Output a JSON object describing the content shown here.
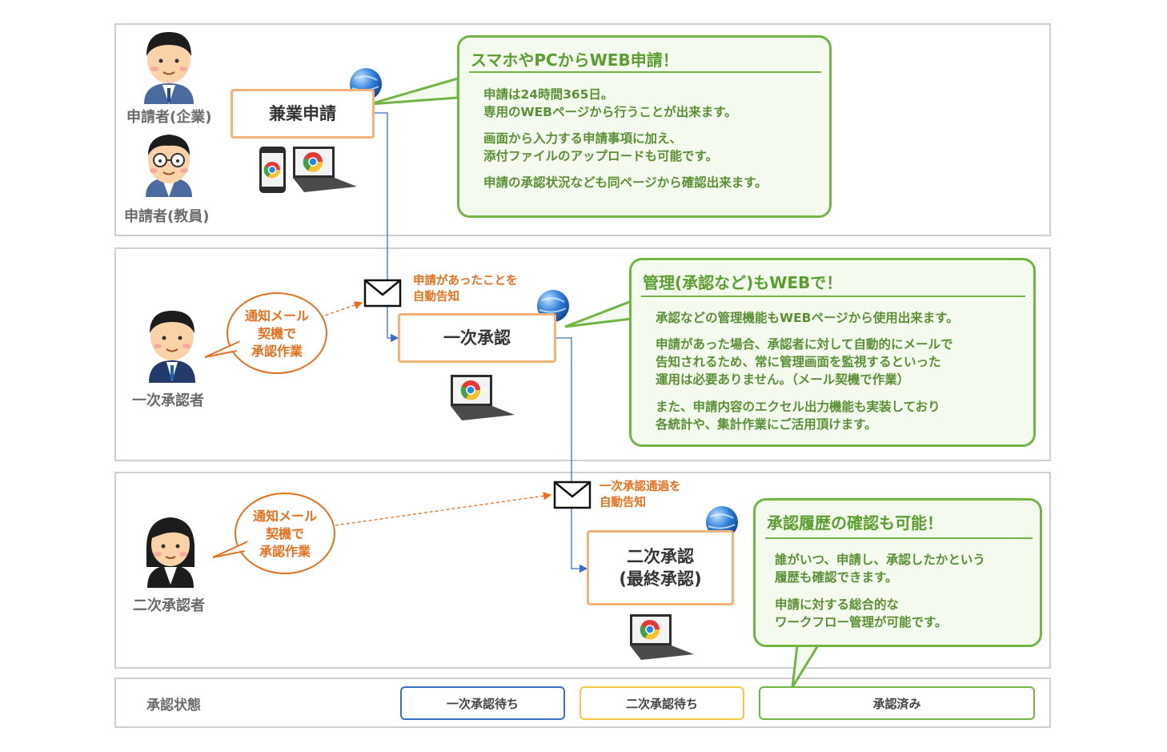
{
  "applicant": {
    "corporate_label": "申請者(企業)",
    "teacher_label": "申請者(教員)",
    "process_label": "兼業申請",
    "callout": {
      "title": "スマホやPCからWEB申請！",
      "lines": [
        "申請は24時間365日。",
        "専用のWEBページから行うことが出来ます。",
        "画面から入力する申請事項に加え、",
        "添付ファイルのアップロードも可能です。",
        "申請の承認状況なども同ページから確認出来ます。"
      ]
    }
  },
  "first_approver": {
    "label": "一次承認者",
    "process_label": "一次承認",
    "bubble": [
      "通知メール",
      "契機で",
      "承認作業"
    ],
    "notice": [
      "申請があったことを",
      "自動告知"
    ],
    "callout": {
      "title": "管理(承認など)もWEBで！",
      "lines": [
        "承認などの管理機能もWEBページから使用出来ます。",
        "申請があった場合、承認者に対して自動的にメールで",
        "告知されるため、常に管理画面を監視するといった",
        "運用は必要ありません。（メール契機で作業）",
        "また、申請内容のエクセル出力機能も実装しており",
        "各統計や、集計作業にご活用頂けます。"
      ]
    }
  },
  "second_approver": {
    "label": "二次承認者",
    "process_label_1": "二次承認",
    "process_label_2": "(最終承認)",
    "bubble": [
      "通知メール",
      "契機で",
      "承認作業"
    ],
    "notice": [
      "一次承認通過を",
      "自動告知"
    ],
    "callout": {
      "title": "承認履歴の確認も可能！",
      "lines": [
        "誰がいつ、申請し、承認したかという",
        "履歴も確認できます。",
        "申請に対する総合的な",
        "ワークフロー管理が可能です。"
      ]
    }
  },
  "status_row": {
    "label": "承認状態",
    "items": [
      {
        "label": "一次承認待ち",
        "color": "#3b6fc7"
      },
      {
        "label": "二次承認待ち",
        "color": "#f2c744"
      },
      {
        "label": "承認済み",
        "color": "#72b545"
      }
    ]
  },
  "colors": {
    "process_border": "#f2b27a",
    "callout_border": "#72b545",
    "callout_text": "#5a8f35",
    "bubble_text": "#e2701f",
    "flow_line": "#3b6fc7"
  },
  "icons": [
    "businessman-icon",
    "teacher-icon",
    "smartphone-icon",
    "laptop-icon",
    "globe-icon",
    "envelope-icon",
    "businesswoman-icon"
  ]
}
